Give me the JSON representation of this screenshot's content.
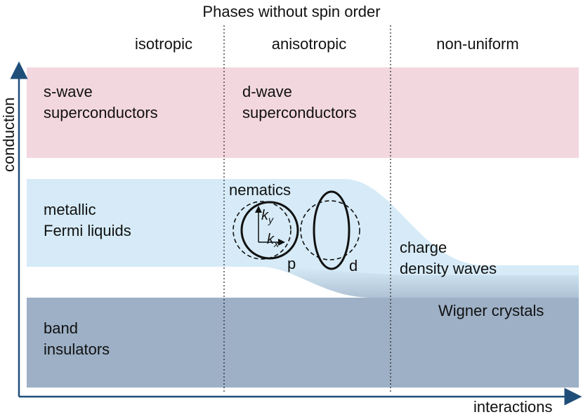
{
  "title": "Phases without spin order",
  "columns": [
    "isotropic",
    "anisotropic",
    "non-uniform"
  ],
  "axes": {
    "y": "conduction",
    "x": "interactions"
  },
  "regions": {
    "s_wave": [
      "s-wave",
      "superconductors"
    ],
    "d_wave": [
      "d-wave",
      "superconductors"
    ],
    "metallic": [
      "metallic",
      "Fermi liquids"
    ],
    "nematics": "nematics",
    "p_label": "p",
    "d_label": "d",
    "ky": "k",
    "ky_sub": "y",
    "kx": "k",
    "kx_sub": "x",
    "cdw": [
      "charge",
      "density waves"
    ],
    "wigner": "Wigner crystals",
    "band": [
      "band",
      "insulators"
    ]
  },
  "colors": {
    "superconductor_band": "#f3d7df",
    "metal_band": "#d6ebf7",
    "insulator_band": "#9db0c6",
    "axis": "#1f4e79"
  }
}
